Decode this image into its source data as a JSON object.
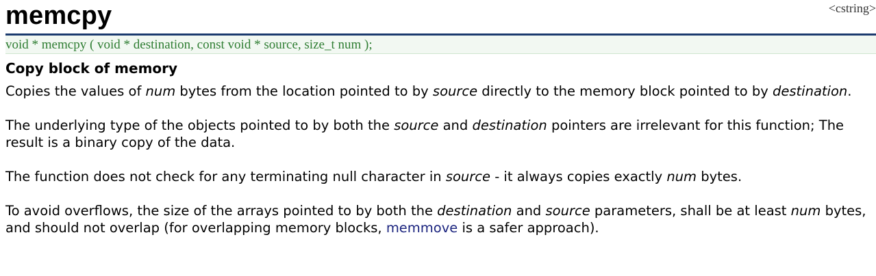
{
  "header": {
    "title": "memcpy",
    "library": "<cstring>"
  },
  "prototype": "void * memcpy ( void * destination, const void * source, size_t num );",
  "subtitle": "Copy block of memory",
  "para1": {
    "t1": "Copies the values of ",
    "e1": "num",
    "t2": " bytes from the location pointed to by ",
    "e2": "source",
    "t3": " directly to the memory block pointed to by ",
    "e3": "destination",
    "t4": "."
  },
  "para2": {
    "t1": "The underlying type of the objects pointed to by both the ",
    "e1": "source",
    "t2": " and ",
    "e2": "destination",
    "t3": " pointers are irrelevant for this function; The result is a binary copy of the data."
  },
  "para3": {
    "t1": "The function does not check for any terminating null character in ",
    "e1": "source",
    "t2": " - it always copies exactly ",
    "e2": "num",
    "t3": " bytes."
  },
  "para4": {
    "t1": "To avoid overflows, the size of the arrays pointed to by both the ",
    "e1": "destination",
    "t2": " and ",
    "e2": "source",
    "t3": " parameters, shall be at least ",
    "e3": "num",
    "t4": " bytes, and should not overlap (for overlapping memory blocks, ",
    "link": "memmove",
    "t5": " is a safer approach)."
  }
}
